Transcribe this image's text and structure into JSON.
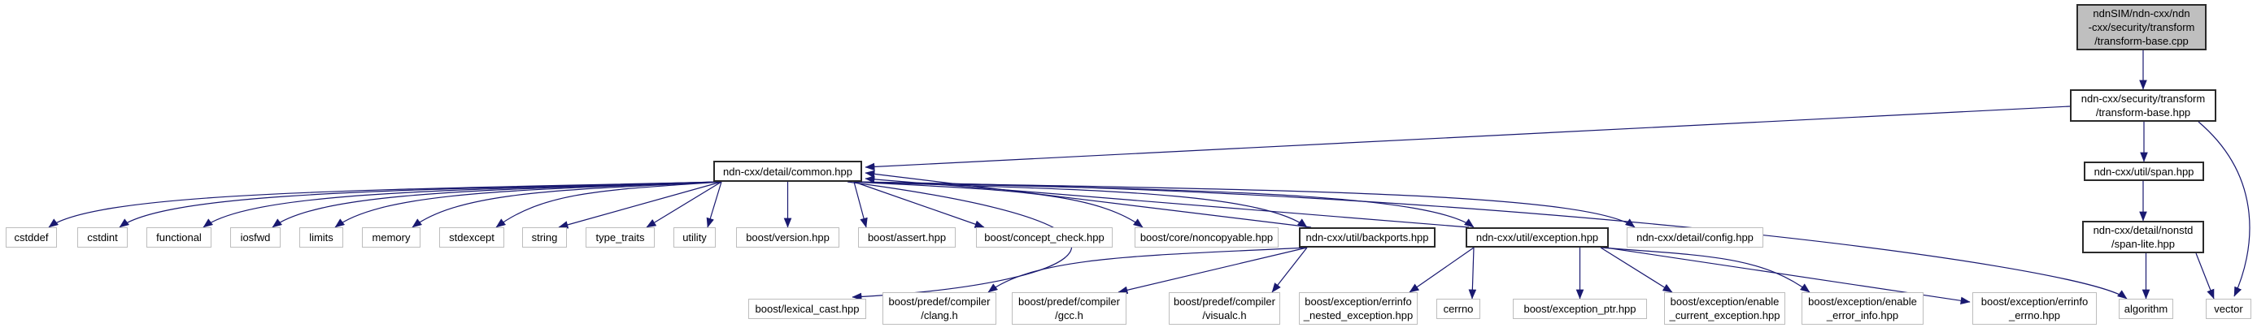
{
  "diagram": {
    "title": "Include dependency graph for transform-base.cpp",
    "type": "include-dependency-graph",
    "colors": {
      "edge": "#191970",
      "current_node_fill": "#bfbfbf",
      "leaf_border": "#bdbdbd",
      "linked_border": "#2a2a2a"
    },
    "nodes": [
      {
        "id": "transform_base_cpp",
        "style": "current",
        "lines": [
          "ndnSIM/ndn-cxx/ndn",
          "-cxx/security/transform",
          "/transform-base.cpp"
        ]
      },
      {
        "id": "transform_base_hpp",
        "style": "linked",
        "lines": [
          "ndn-cxx/security/transform",
          "/transform-base.hpp"
        ]
      },
      {
        "id": "span_hpp",
        "style": "linked",
        "lines": [
          "ndn-cxx/util/span.hpp"
        ]
      },
      {
        "id": "span_lite_hpp",
        "style": "linked",
        "lines": [
          "ndn-cxx/detail/nonstd",
          "/span-lite.hpp"
        ]
      },
      {
        "id": "common_hpp",
        "style": "linked",
        "lines": [
          "ndn-cxx/detail/common.hpp"
        ]
      },
      {
        "id": "cstddef",
        "style": "leaf",
        "lines": [
          "cstddef"
        ]
      },
      {
        "id": "cstdint",
        "style": "leaf",
        "lines": [
          "cstdint"
        ]
      },
      {
        "id": "functional",
        "style": "leaf",
        "lines": [
          "functional"
        ]
      },
      {
        "id": "iosfwd",
        "style": "leaf",
        "lines": [
          "iosfwd"
        ]
      },
      {
        "id": "limits",
        "style": "leaf",
        "lines": [
          "limits"
        ]
      },
      {
        "id": "memory",
        "style": "leaf",
        "lines": [
          "memory"
        ]
      },
      {
        "id": "stdexcept",
        "style": "leaf",
        "lines": [
          "stdexcept"
        ]
      },
      {
        "id": "string",
        "style": "leaf",
        "lines": [
          "string"
        ]
      },
      {
        "id": "type_traits",
        "style": "leaf",
        "lines": [
          "type_traits"
        ]
      },
      {
        "id": "utility",
        "style": "leaf",
        "lines": [
          "utility"
        ]
      },
      {
        "id": "boost_version",
        "style": "leaf",
        "lines": [
          "boost/version.hpp"
        ]
      },
      {
        "id": "boost_assert",
        "style": "leaf",
        "lines": [
          "boost/assert.hpp"
        ]
      },
      {
        "id": "boost_concept_check",
        "style": "leaf",
        "lines": [
          "boost/concept_check.hpp"
        ]
      },
      {
        "id": "boost_noncopyable",
        "style": "leaf",
        "lines": [
          "boost/core/noncopyable.hpp"
        ]
      },
      {
        "id": "backports_hpp",
        "style": "linked",
        "lines": [
          "ndn-cxx/util/backports.hpp"
        ]
      },
      {
        "id": "exception_hpp",
        "style": "linked",
        "lines": [
          "ndn-cxx/util/exception.hpp"
        ]
      },
      {
        "id": "config_hpp",
        "style": "leaf",
        "lines": [
          "ndn-cxx/detail/config.hpp"
        ]
      },
      {
        "id": "lexical_cast",
        "style": "leaf",
        "lines": [
          "boost/lexical_cast.hpp"
        ]
      },
      {
        "id": "predef_clang",
        "style": "leaf",
        "lines": [
          "boost/predef/compiler",
          "/clang.h"
        ]
      },
      {
        "id": "predef_gcc",
        "style": "leaf",
        "lines": [
          "boost/predef/compiler",
          "/gcc.h"
        ]
      },
      {
        "id": "predef_visualc",
        "style": "leaf",
        "lines": [
          "boost/predef/compiler",
          "/visualc.h"
        ]
      },
      {
        "id": "errinfo_nested",
        "style": "leaf",
        "lines": [
          "boost/exception/errinfo",
          "_nested_exception.hpp"
        ]
      },
      {
        "id": "cerrno",
        "style": "leaf",
        "lines": [
          "cerrno"
        ]
      },
      {
        "id": "exception_ptr",
        "style": "leaf",
        "lines": [
          "boost/exception_ptr.hpp"
        ]
      },
      {
        "id": "enable_current",
        "style": "leaf",
        "lines": [
          "boost/exception/enable",
          "_current_exception.hpp"
        ]
      },
      {
        "id": "enable_error_info",
        "style": "leaf",
        "lines": [
          "boost/exception/enable",
          "_error_info.hpp"
        ]
      },
      {
        "id": "errinfo_errno",
        "style": "leaf",
        "lines": [
          "boost/exception/errinfo",
          "_errno.hpp"
        ]
      },
      {
        "id": "algorithm",
        "style": "leaf",
        "lines": [
          "algorithm"
        ]
      },
      {
        "id": "vector",
        "style": "leaf",
        "lines": [
          "vector"
        ]
      }
    ],
    "edges": [
      {
        "from": "transform_base_cpp",
        "to": "transform_base_hpp"
      },
      {
        "from": "transform_base_hpp",
        "to": "common_hpp"
      },
      {
        "from": "transform_base_hpp",
        "to": "span_hpp"
      },
      {
        "from": "transform_base_hpp",
        "to": "vector"
      },
      {
        "from": "span_hpp",
        "to": "span_lite_hpp"
      },
      {
        "from": "span_lite_hpp",
        "to": "algorithm"
      },
      {
        "from": "span_lite_hpp",
        "to": "vector"
      },
      {
        "from": "common_hpp",
        "to": "cstddef"
      },
      {
        "from": "common_hpp",
        "to": "cstdint"
      },
      {
        "from": "common_hpp",
        "to": "functional"
      },
      {
        "from": "common_hpp",
        "to": "iosfwd"
      },
      {
        "from": "common_hpp",
        "to": "limits"
      },
      {
        "from": "common_hpp",
        "to": "memory"
      },
      {
        "from": "common_hpp",
        "to": "stdexcept"
      },
      {
        "from": "common_hpp",
        "to": "string"
      },
      {
        "from": "common_hpp",
        "to": "type_traits"
      },
      {
        "from": "common_hpp",
        "to": "utility"
      },
      {
        "from": "common_hpp",
        "to": "boost_version"
      },
      {
        "from": "common_hpp",
        "to": "boost_assert"
      },
      {
        "from": "common_hpp",
        "to": "boost_concept_check"
      },
      {
        "from": "common_hpp",
        "to": "boost_noncopyable"
      },
      {
        "from": "common_hpp",
        "to": "backports_hpp"
      },
      {
        "from": "common_hpp",
        "to": "exception_hpp"
      },
      {
        "from": "common_hpp",
        "to": "config_hpp"
      },
      {
        "from": "common_hpp",
        "to": "lexical_cast"
      },
      {
        "from": "common_hpp",
        "to": "algorithm"
      },
      {
        "from": "backports_hpp",
        "to": "common_hpp"
      },
      {
        "from": "backports_hpp",
        "to": "predef_clang"
      },
      {
        "from": "backports_hpp",
        "to": "predef_gcc"
      },
      {
        "from": "backports_hpp",
        "to": "predef_visualc"
      },
      {
        "from": "exception_hpp",
        "to": "common_hpp"
      },
      {
        "from": "exception_hpp",
        "to": "errinfo_nested"
      },
      {
        "from": "exception_hpp",
        "to": "cerrno"
      },
      {
        "from": "exception_hpp",
        "to": "exception_ptr"
      },
      {
        "from": "exception_hpp",
        "to": "enable_current"
      },
      {
        "from": "exception_hpp",
        "to": "enable_error_info"
      },
      {
        "from": "exception_hpp",
        "to": "errinfo_errno"
      }
    ]
  }
}
